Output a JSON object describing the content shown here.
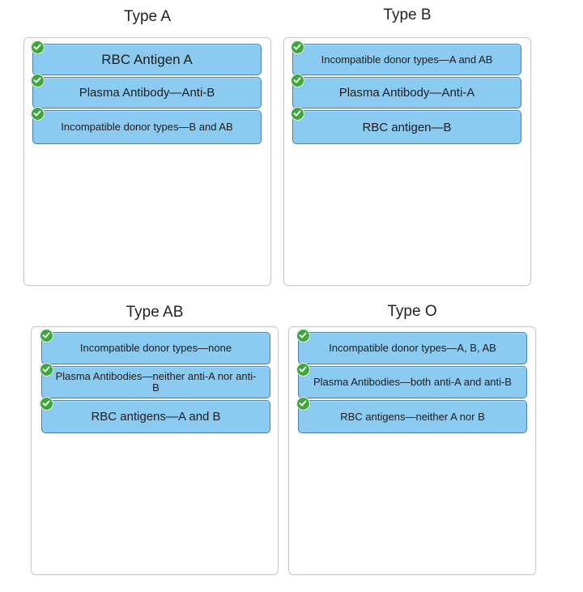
{
  "groups": [
    {
      "title": "Type A",
      "items": [
        {
          "label": "RBC Antigen A",
          "status": "correct",
          "check_icon": "check-circle-icon"
        },
        {
          "label": "Plasma Antibody—Anti-B",
          "status": "correct",
          "check_icon": "check-circle-icon"
        },
        {
          "label": "Incompatible donor types—B and AB",
          "status": "correct",
          "check_icon": "check-circle-icon"
        }
      ]
    },
    {
      "title": "Type B",
      "items": [
        {
          "label": "Incompatible donor types—A and AB",
          "status": "correct",
          "check_icon": "check-circle-icon"
        },
        {
          "label": "Plasma Antibody—Anti-A",
          "status": "correct",
          "check_icon": "check-circle-icon"
        },
        {
          "label": "RBC antigen—B",
          "status": "correct",
          "check_icon": "check-circle-icon"
        }
      ]
    },
    {
      "title": "Type AB",
      "items": [
        {
          "label": "Incompatible donor types—none",
          "status": "correct",
          "check_icon": "check-circle-icon"
        },
        {
          "label": "Plasma Antibodies—neither anti-A nor anti-B",
          "status": "correct",
          "check_icon": "check-circle-icon"
        },
        {
          "label": "RBC antigens—A and B",
          "status": "correct",
          "check_icon": "check-circle-icon"
        }
      ]
    },
    {
      "title": "Type O",
      "items": [
        {
          "label": "Incompatible donor types—A, B, AB",
          "status": "correct",
          "check_icon": "check-circle-icon"
        },
        {
          "label": "Plasma Antibodies—both anti-A and anti-B",
          "status": "correct",
          "check_icon": "check-circle-icon"
        },
        {
          "label": "RBC antigens—neither A nor B",
          "status": "correct",
          "check_icon": "check-circle-icon"
        }
      ]
    }
  ],
  "colors": {
    "card_fill": "#8ccbf1",
    "card_border": "#4a7fa8",
    "check_green": "#3aa83a",
    "box_border": "#c9c9c9"
  }
}
